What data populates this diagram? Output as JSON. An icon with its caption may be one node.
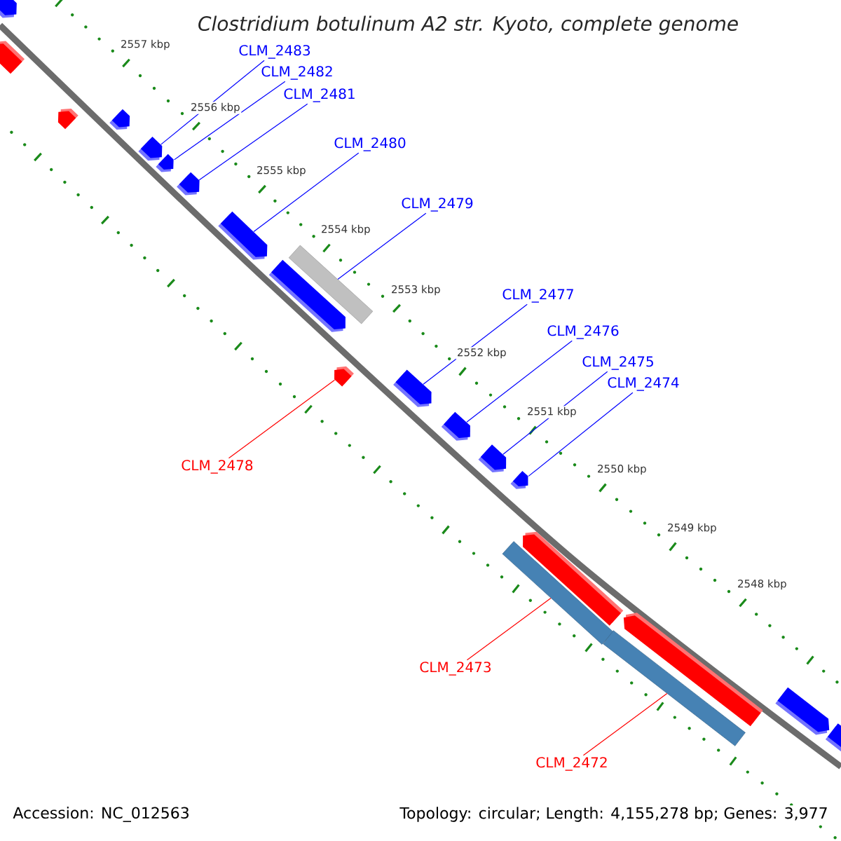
{
  "diagram": {
    "title": "Clostridium botulinum A2 str. Kyoto, complete genome",
    "nodes": [
      {
        "text": [],
        "shape": "pentagon"
      },
      {
        "text": [],
        "shape": "pentagon"
      },
      {
        "text": [],
        "shape": "pentagon"
      },
      {
        "text": [],
        "shape": "pentagon"
      },
      {
        "text": [],
        "shape": "pentagon"
      },
      {
        "text": [],
        "shape": "pentagon"
      },
      {
        "text": [],
        "shape": "pentagon"
      },
      {
        "text": [],
        "shape": "pentagon"
      },
      {
        "text": [],
        "shape": "bar"
      },
      {
        "text": [],
        "shape": "pentagon"
      },
      {
        "text": [],
        "shape": "pentagon"
      },
      {
        "text": [],
        "shape": "pentagon"
      },
      {
        "text": [],
        "shape": "pentagon"
      },
      {
        "text": [],
        "shape": "pentagon"
      },
      {
        "text": [],
        "shape": "pentagon"
      },
      {
        "text": [],
        "shape": "pentagon"
      },
      {
        "text": [],
        "shape": "bar"
      },
      {
        "text": [],
        "shape": "pentagon"
      },
      {
        "text": [],
        "shape": "bar"
      },
      {
        "text": [],
        "shape": "pentagon"
      },
      {
        "text": [],
        "shape": "pentagon"
      },
      {
        "text": [
          "CLM_2483"
        ]
      },
      {
        "text": [
          "CLM_2482"
        ]
      },
      {
        "text": [
          "CLM_2481"
        ]
      },
      {
        "text": [
          "CLM_2480"
        ]
      },
      {
        "text": [
          "CLM_2479"
        ]
      },
      {
        "text": [
          "CLM_2477"
        ]
      },
      {
        "text": [
          "CLM_2476"
        ]
      },
      {
        "text": [
          "CLM_2475"
        ]
      },
      {
        "text": [
          "CLM_2474"
        ]
      },
      {
        "text": [
          "CLM_2478"
        ]
      },
      {
        "text": [
          "CLM_2473"
        ]
      },
      {
        "text": [
          "CLM_2472"
        ]
      }
    ],
    "edges": [
      {
        "from": 21,
        "to": 4,
        "arrow": "none"
      },
      {
        "from": 22,
        "to": 5,
        "arrow": "none"
      },
      {
        "from": 23,
        "to": 6,
        "arrow": "none"
      },
      {
        "from": 24,
        "to": 7,
        "arrow": "none"
      },
      {
        "from": 25,
        "to": 8,
        "arrow": "none"
      },
      {
        "from": 26,
        "to": 11,
        "arrow": "none"
      },
      {
        "from": 27,
        "to": 12,
        "arrow": "none"
      },
      {
        "from": 28,
        "to": 13,
        "arrow": "none"
      },
      {
        "from": 29,
        "to": 14,
        "arrow": "none"
      },
      {
        "from": 30,
        "to": 10,
        "arrow": "none",
        "color": "#ff0000"
      },
      {
        "from": 31,
        "to": 16,
        "arrow": "none",
        "color": "#ff0000"
      },
      {
        "from": 32,
        "to": 18,
        "arrow": "none",
        "color": "#ff0000"
      }
    ],
    "labels": [
      "2557 kbp",
      "2556 kbp",
      "2555 kbp",
      "2554 kbp",
      "2553 kbp",
      "2552 kbp",
      "2551 kbp",
      "2550 kbp",
      "2549 kbp",
      "2548 kbp",
      "Accession: NC_012563",
      "Topology: circular; Length: 4,155,278 bp; Genes: 3,977"
    ]
  }
}
